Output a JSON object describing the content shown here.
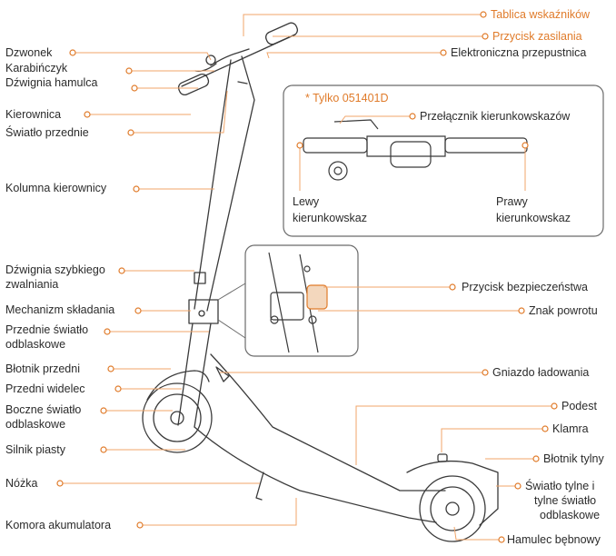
{
  "colors": {
    "accent": "#e07b2a",
    "line": "#3a3a3a",
    "leader": "#f0a56a"
  },
  "labels_left": {
    "dzwonek": "Dzwonek",
    "karabinczyk": "Karabińczyk",
    "dzwignia_hamulca": "Dźwignia hamulca",
    "kierownica": "Kierownica",
    "swiatlo_przednie": "Światło przednie",
    "kolumna": "Kolumna kierownicy",
    "dzwignia_szybkiego_1": "Dźwignia szybkiego",
    "dzwignia_szybkiego_2": "zwalniania",
    "mechanizm": "Mechanizm składania",
    "przednie_odblask_1": "Przednie światło",
    "przednie_odblask_2": "odblaskowe",
    "blotnik_przedni": "Błotnik przedni",
    "przedni_widelec": "Przedni widelec",
    "boczne_1": "Boczne światło",
    "boczne_2": "odblaskowe",
    "silnik": "Silnik piasty",
    "nozka": "Nóżka",
    "komora": "Komora akumulatora"
  },
  "labels_right": {
    "tablica": "Tablica wskaźników",
    "przycisk_zasilania": "Przycisk zasilania",
    "przepustnica": "Elektroniczna przepustnica",
    "tylko": "* Tylko 051401D",
    "przelacznik": "Przełącznik kierunkowskazów",
    "lewy_1": "Lewy",
    "lewy_2": "kierunkowskaz",
    "prawy_1": "Prawy",
    "prawy_2": "kierunkowskaz",
    "bezpieczenstwa": "Przycisk bezpieczeństwa",
    "znak_powrotu": "Znak powrotu",
    "gniazdo": "Gniazdo ładowania",
    "podest": "Podest",
    "klamra": "Klamra",
    "blotnik_tylny": "Błotnik tylny",
    "tylne_1": "Światło tylne i",
    "tylne_2": "tylne światło",
    "tylne_3": "odblaskowe",
    "hamulec": "Hamulec bębnowy"
  }
}
